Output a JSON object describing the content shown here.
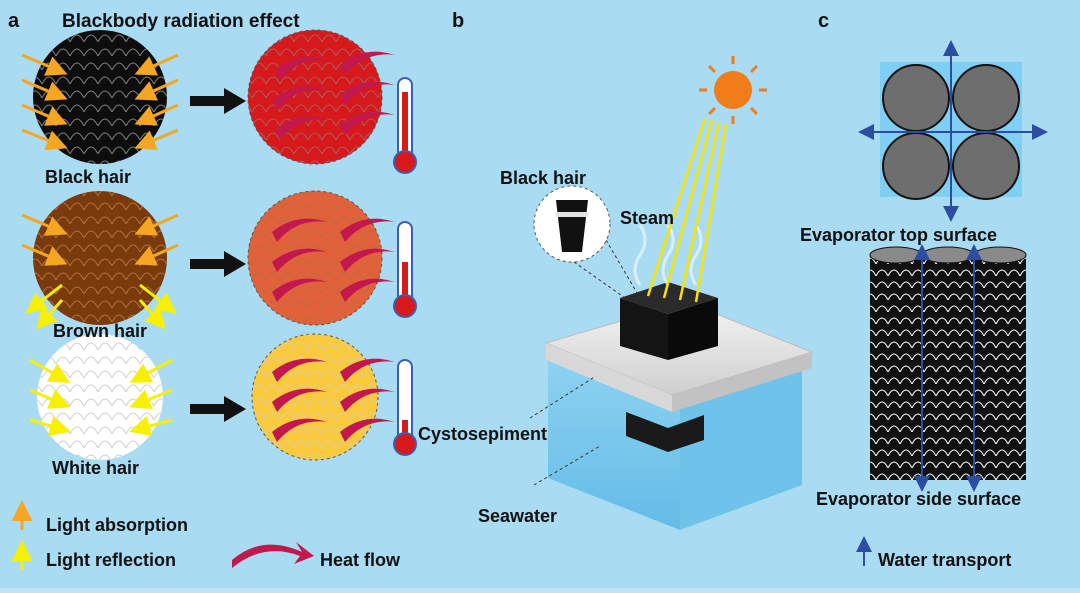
{
  "panel_a": {
    "letter": "a",
    "title": "Blackbody radiation effect",
    "rows": [
      {
        "label": "Black hair",
        "hair_color": "#0d0d0d",
        "heated_color": "#d7191c",
        "scale_color": "#7e7e7e"
      },
      {
        "label": "Brown hair",
        "hair_color": "#7a3b0c",
        "heated_color": "#e0613a",
        "scale_color": "#b2703a"
      },
      {
        "label": "White hair",
        "hair_color": "#ffffff",
        "heated_color": "#f9c93e",
        "scale_color": "#cfcfcf"
      }
    ],
    "legend": {
      "absorption": "Light absorption",
      "reflection": "Light reflection",
      "heat_flow": "Heat flow"
    }
  },
  "panel_b": {
    "letter": "b",
    "black_hair": "Black hair",
    "steam": "Steam",
    "cystosepiment": "Cystosepiment",
    "seawater": "Seawater"
  },
  "panel_c": {
    "letter": "c",
    "top_surface": "Evaporator top surface",
    "side_surface": "Evaporator side surface",
    "water_transport": "Water transport"
  },
  "colors": {
    "background": "#a9dbf3",
    "absorption_arrow": "#f5a623",
    "reflection_arrow": "#f7f000",
    "heat_arrow": "#c2184d",
    "transport_arrow": "#2b4ea2",
    "sun": "#f07d1a"
  }
}
